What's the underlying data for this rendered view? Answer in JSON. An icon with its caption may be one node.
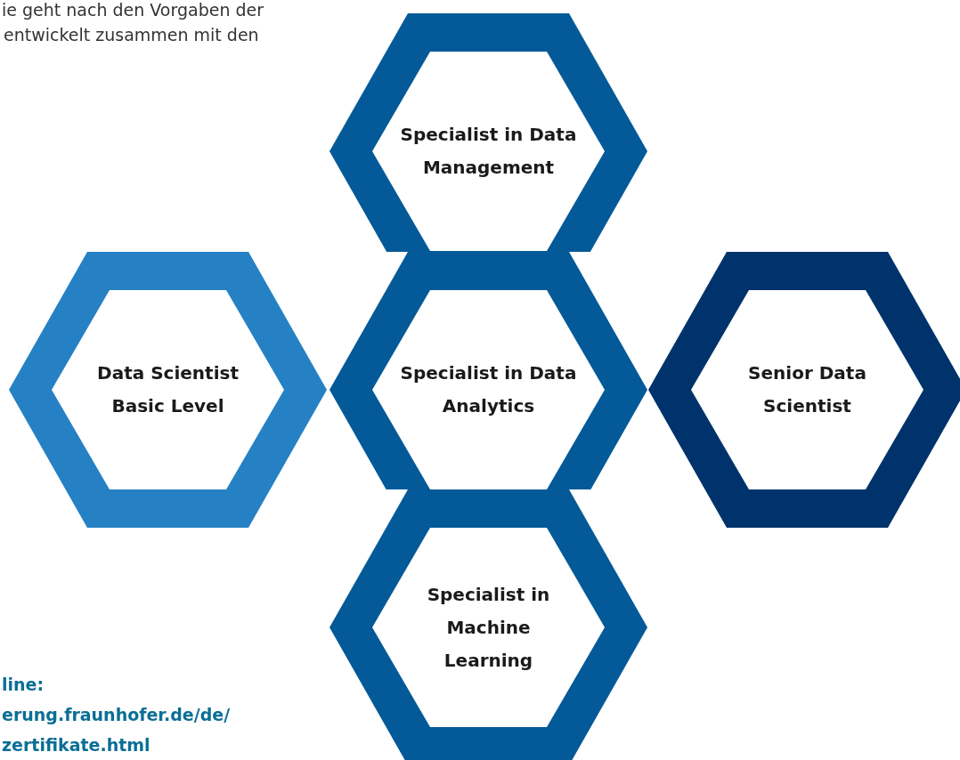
{
  "diagram": {
    "nodes": [
      {
        "text": [
          "Specialist in Data Management"
        ]
      },
      {
        "text": [
          "Data Scientist Basic Level"
        ]
      },
      {
        "text": [
          "Specialist in Data Analytics"
        ]
      },
      {
        "text": [
          "Senior Data Scientist"
        ]
      },
      {
        "text": [
          "Specialist in Machine Learning"
        ]
      }
    ],
    "edges": [],
    "labels": [
      "ie geht nach den Vorgaben der",
      "entwickelt zusammen mit den",
      "line:",
      "erung.fraunhofer.de/de/",
      "zertifikate.html"
    ]
  }
}
